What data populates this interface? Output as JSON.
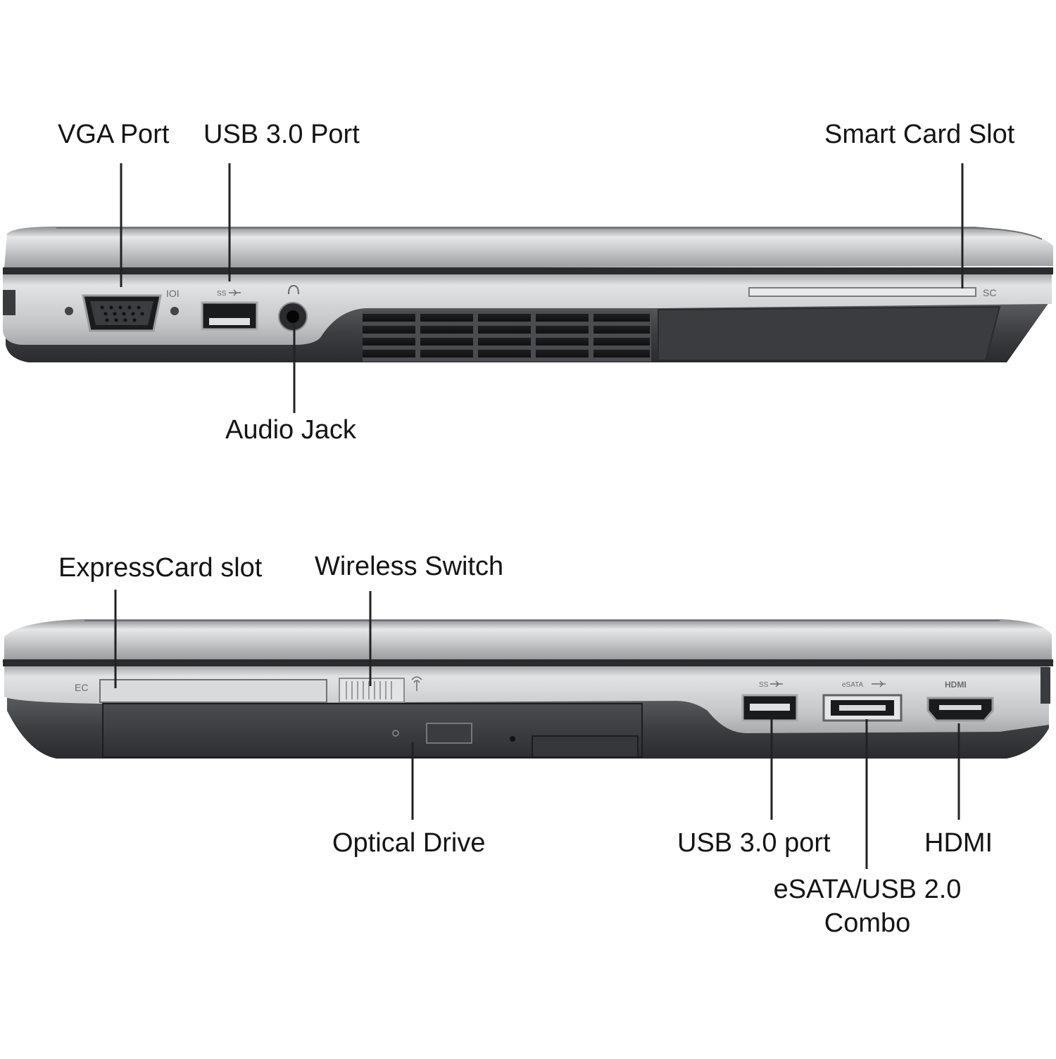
{
  "views": {
    "left_side": {
      "labels": {
        "vga_port": "VGA Port",
        "usb_30_port": "USB 3.0 Port",
        "smart_card_slot": "Smart Card Slot",
        "audio_jack": "Audio Jack"
      },
      "markings": {
        "vga": "IOI",
        "usb": "SS",
        "smart_card": "SC"
      }
    },
    "right_side": {
      "labels": {
        "expresscard_slot": "ExpressCard slot",
        "wireless_switch": "Wireless Switch",
        "optical_drive": "Optical Drive",
        "usb_30_port": "USB 3.0 port",
        "hdmi": "HDMI",
        "esata_combo_line1": "eSATA/USB 2.0",
        "esata_combo_line2": "Combo"
      },
      "markings": {
        "expresscard": "EC",
        "usb": "SS",
        "esata": "eSATA",
        "hdmi": "HDMI"
      }
    }
  },
  "colors": {
    "chassis_silver": "#c9cacb",
    "chassis_dark": "#3b3d40",
    "text": "#141414"
  }
}
